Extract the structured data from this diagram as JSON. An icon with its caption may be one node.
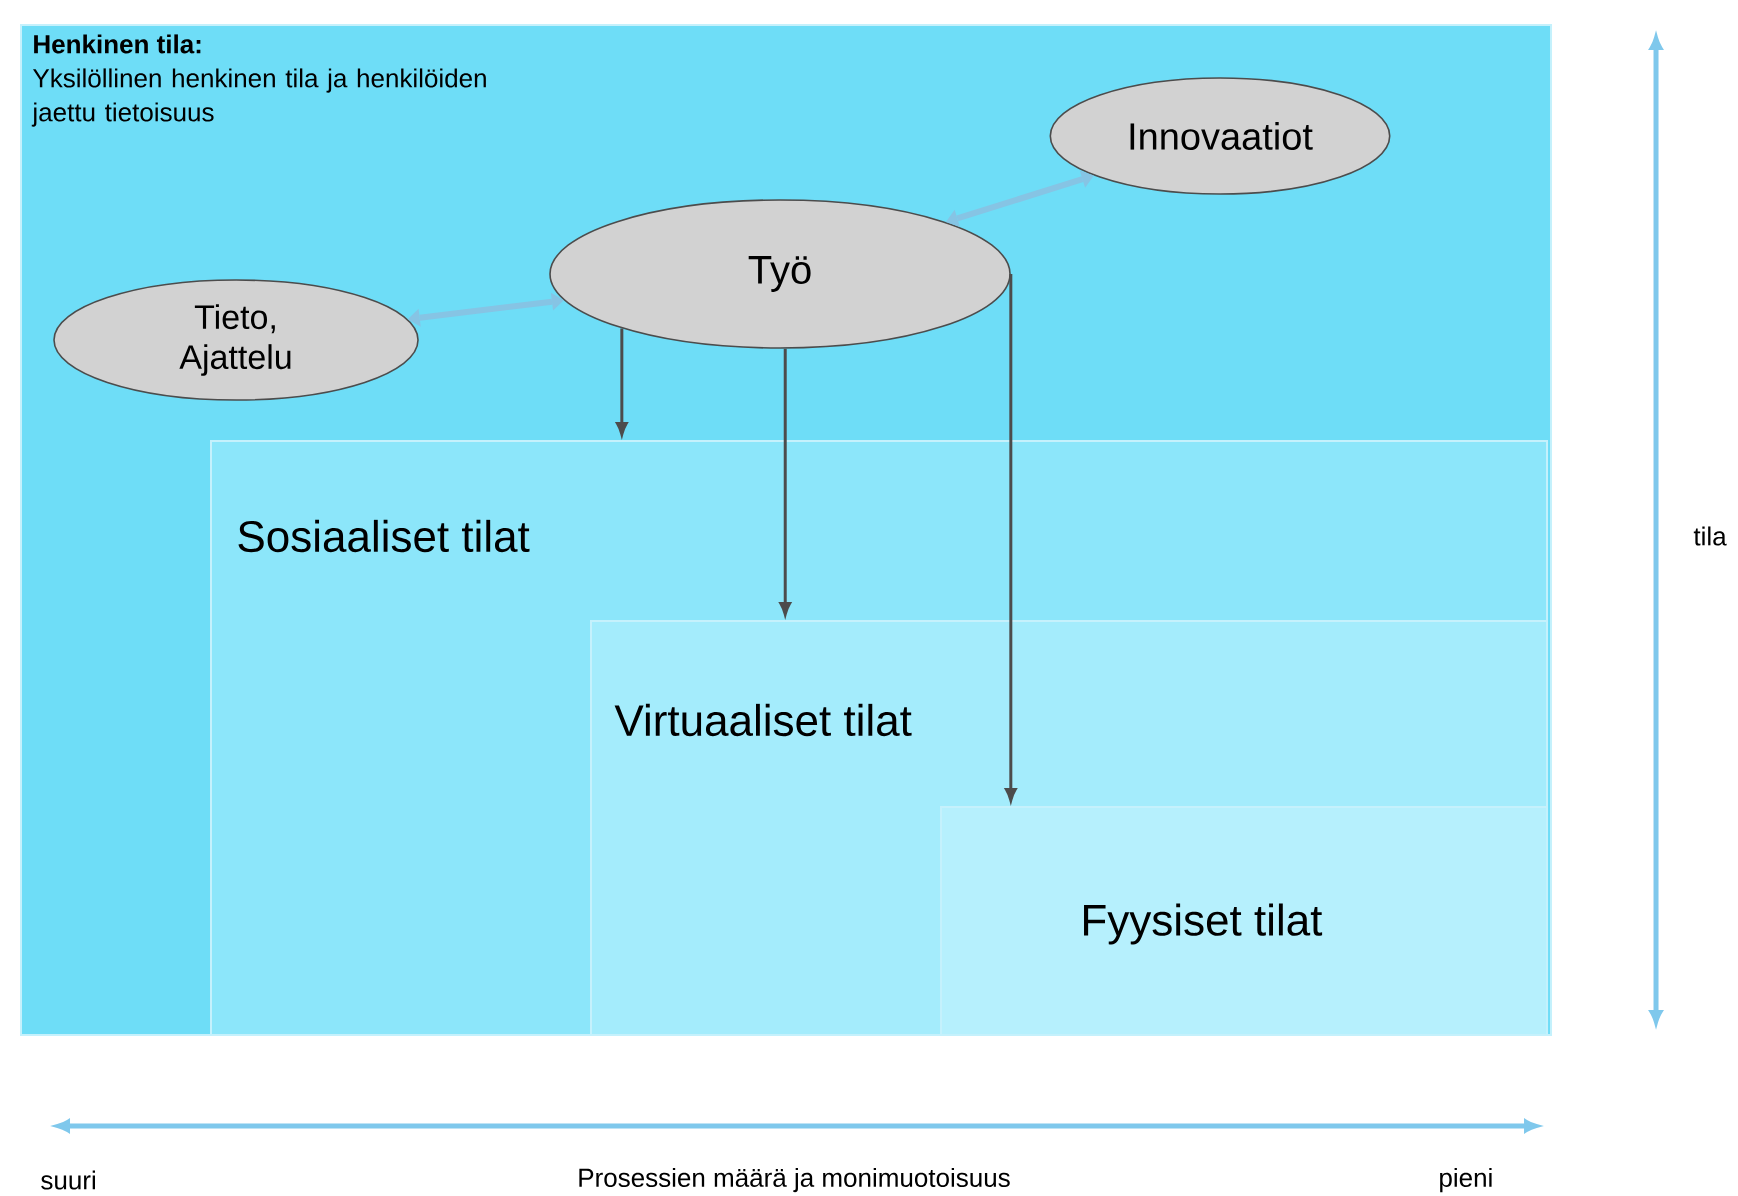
{
  "diagram": {
    "nodes": [
      {
        "text": [
          "Henkinen tila:",
          "Yksilöllinen henkinen tila ja henkilöiden jaettu tietoisuus"
        ]
      },
      {
        "text": [
          "Sosiaaliset tilat"
        ],
        "in": 0
      },
      {
        "text": [
          "Virtuaaliset tilat"
        ],
        "in": 1
      },
      {
        "text": [
          "Fyysiset tilat"
        ],
        "in": 2
      },
      {
        "text": [
          "Tieto, Ajattelu"
        ],
        "in": 0
      },
      {
        "text": [
          "Työ"
        ],
        "in": 0
      },
      {
        "text": [
          "Innovaatiot"
        ],
        "in": 0
      }
    ],
    "edges": [
      {
        "from": 4,
        "to": 5,
        "arrow": "both",
        "style": "thick",
        "color": "#86c4e4"
      },
      {
        "from": 5,
        "to": 6,
        "arrow": "both",
        "style": "thick",
        "color": "#86c4e4"
      },
      {
        "from": 5,
        "to": 1,
        "arrow": "to"
      },
      {
        "from": 5,
        "to": 2,
        "arrow": "to"
      },
      {
        "from": 5,
        "to": 3,
        "arrow": "to"
      }
    ],
    "labels": [
      "tila",
      "suuri",
      "Prosessien määrä ja monimuotoisuus",
      "pieni"
    ]
  }
}
